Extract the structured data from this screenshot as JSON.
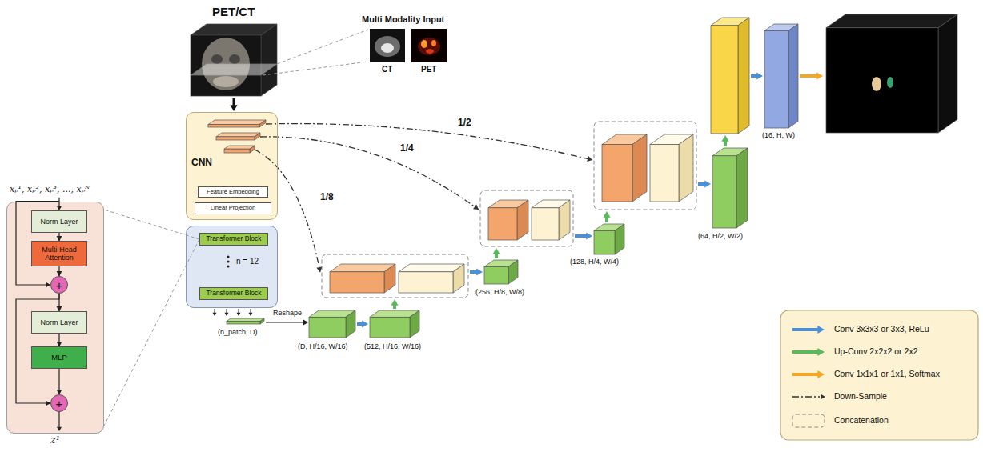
{
  "diagram": {
    "nodes": [
      {
        "text": [
          "z¹"
        ]
      },
      {
        "text": [
          "Norm Layer"
        ],
        "in": 0
      },
      {
        "text": [
          "Multi-Head Attention"
        ],
        "in": 0
      },
      {
        "text": [
          "+"
        ],
        "in": 0
      },
      {
        "text": [
          "Norm Layer"
        ],
        "in": 0
      },
      {
        "text": [
          "MLP"
        ],
        "in": 0
      },
      {
        "text": [
          "+"
        ],
        "in": 0
      },
      {
        "text": [
          "CNN"
        ]
      },
      {
        "text": [
          "Feature Embedding"
        ],
        "in": 7
      },
      {
        "text": [
          "Linear Projection"
        ],
        "in": 7
      },
      {
        "text": [
          "n = 12"
        ]
      },
      {
        "text": [
          "Transformer Block"
        ],
        "in": 10
      },
      {
        "text": [
          "Transformer Block"
        ],
        "in": 10
      }
    ],
    "edges": [
      {
        "from": 1,
        "to": 2,
        "arrow": "to"
      },
      {
        "from": 2,
        "to": 3,
        "arrow": "to"
      },
      {
        "from": 3,
        "to": 4,
        "arrow": "to"
      },
      {
        "from": 4,
        "to": 5,
        "arrow": "to"
      },
      {
        "from": 5,
        "to": 6,
        "arrow": "to"
      },
      {
        "from": 3,
        "to": 6,
        "arrow": "to"
      },
      {
        "from": 11,
        "to": 0,
        "arrow": "none"
      },
      {
        "from": 11,
        "to": 0,
        "arrow": "none"
      }
    ],
    "labels": [
      "PET/CT",
      "Multi Modality Input",
      "CT",
      "PET",
      "xₚ¹, xₚ², xₚ³, ..., xₚᴺ",
      "1/2",
      "1/4",
      "1/8",
      "(n_patch, D)",
      "Reshape",
      "(D, H/16, W/16)",
      "(512, H/16, W/16)",
      "(256, H/8, W/8)",
      "(128, H/4, W/4)",
      "(64, H/2, W/2)",
      "(16, H, W)"
    ],
    "legend": [
      {
        "text": "Conv 3x3x3 or 3x3, ReLu",
        "color": "#4a90d9"
      },
      {
        "text": "Up-Conv 2x2x2 or 2x2",
        "color": "#5cb85c"
      },
      {
        "text": "Conv 1x1x1 or 1x1, Softmax",
        "color": "#f5a623"
      },
      {
        "text": "Down-Sample"
      },
      {
        "text": "Concatenation"
      }
    ]
  }
}
